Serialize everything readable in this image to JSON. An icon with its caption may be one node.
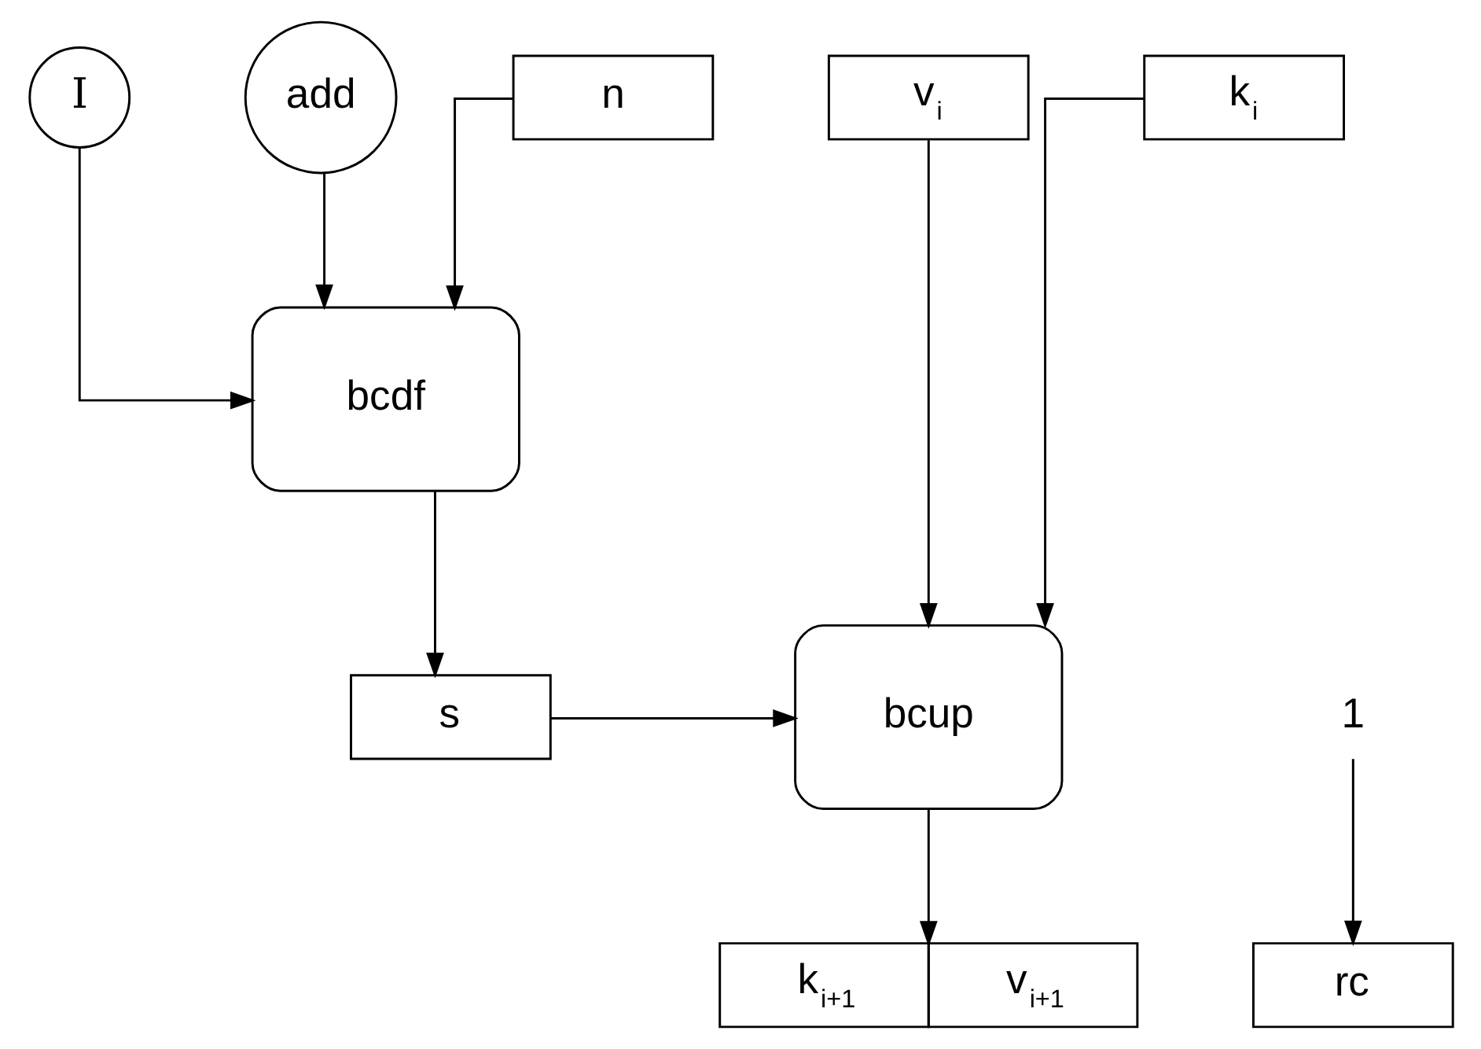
{
  "diagram": {
    "nodes": [
      {
        "text": [
          "k$_{i}$"
        ]
      },
      {
        "text": [
          "v$_{i}$"
        ]
      },
      {
        "text": [
          "I"
        ]
      },
      {
        "text": [
          "add"
        ]
      },
      {
        "text": [
          "n"
        ]
      },
      {
        "text": [
          "bcdf"
        ]
      },
      {
        "text": [
          "bcup"
        ]
      },
      {
        "text": [
          "s"
        ]
      },
      {
        "text": [
          "1"
        ]
      },
      {
        "text": [
          "k$_{i+1}$",
          "v$_{i+1}$"
        ]
      },
      {
        "text": [
          "rc"
        ]
      }
    ],
    "edges": [
      {
        "from": 0,
        "to": 6,
        "arrow": "to"
      },
      {
        "from": 1,
        "to": 6,
        "arrow": "to"
      },
      {
        "from": 2,
        "to": 5,
        "arrow": "to"
      },
      {
        "from": 3,
        "to": 5,
        "arrow": "to"
      },
      {
        "from": 4,
        "to": 5,
        "arrow": "to"
      },
      {
        "from": 5,
        "to": 7,
        "arrow": "to"
      },
      {
        "from": 7,
        "to": 6,
        "arrow": "to"
      },
      {
        "from": 6,
        "to": 9,
        "arrow": "to"
      },
      {
        "from": 8,
        "to": 10,
        "arrow": "to"
      }
    ]
  }
}
